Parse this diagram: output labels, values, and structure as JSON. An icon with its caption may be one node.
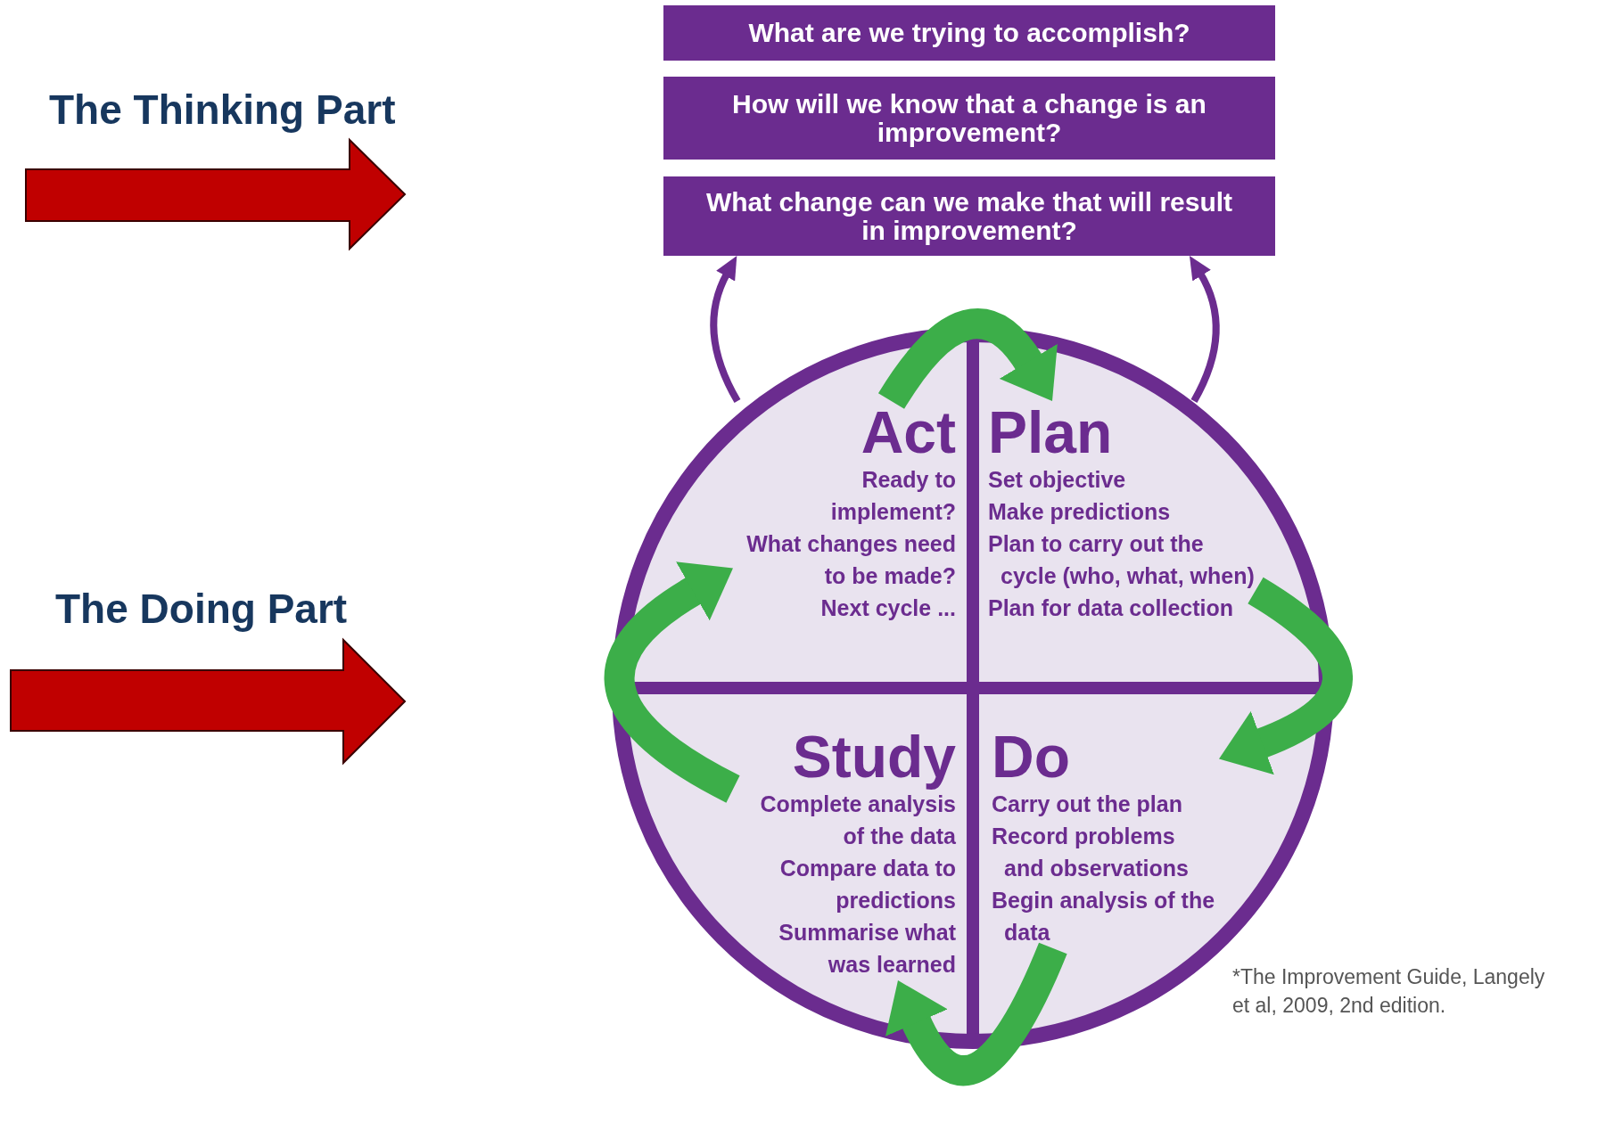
{
  "diagram": {
    "nodes": [
      {
        "text": [
          "What are we trying to accomplish?"
        ]
      },
      {
        "text": [
          "How will we know that a change is an improvement?"
        ]
      },
      {
        "text": [
          "What change can we make that will result in improvement?"
        ]
      },
      {
        "text": [],
        "shape": "circle"
      },
      {
        "text": [
          "Act",
          "Ready to implement?",
          "What changes need to be made?",
          "Next cycle ..."
        ],
        "in": 3
      },
      {
        "text": [
          "Plan",
          "Set objective",
          "Make predictions",
          "Plan to carry out the cycle (who, what, when)",
          "Plan for data collection"
        ],
        "in": 3
      },
      {
        "text": [
          "Study",
          "Complete analysis of the data",
          "Compare data to predictions",
          "Summarise what was learned"
        ],
        "in": 3
      },
      {
        "text": [
          "Do",
          "Carry out the plan",
          "Record problems and observations",
          "Begin analysis of the data"
        ],
        "in": 3
      }
    ],
    "edges": [
      {
        "from": 4,
        "to": 5,
        "arrow": "to"
      },
      {
        "from": 5,
        "to": 7,
        "arrow": "to"
      },
      {
        "from": 7,
        "to": 6,
        "arrow": "to"
      },
      {
        "from": 6,
        "to": 4,
        "arrow": "to"
      },
      {
        "from": 4,
        "to": 2,
        "arrow": "to",
        "color": "#6b2c8f"
      },
      {
        "from": 5,
        "to": 2,
        "arrow": "to",
        "color": "#6b2c8f"
      }
    ],
    "labels": [
      "The Thinking Part",
      "The Doing Part",
      "*The Improvement Guide, Langely et al, 2009, 2nd edition."
    ]
  }
}
